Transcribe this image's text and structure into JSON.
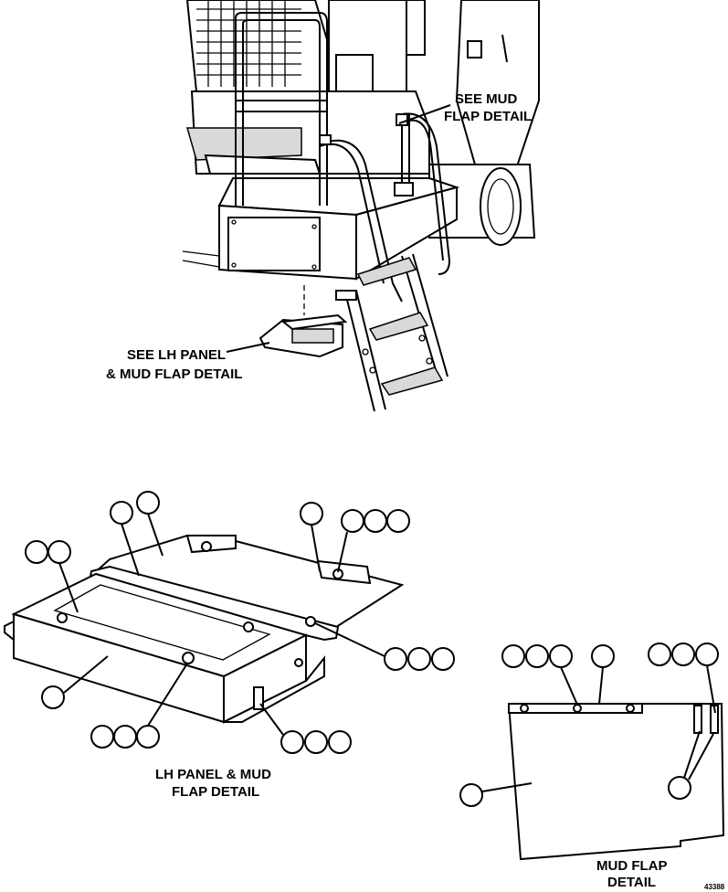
{
  "labels": {
    "see_mud_line1": "SEE MUD",
    "see_mud_line2": "FLAP DETAIL",
    "see_lh_line1": "SEE LH PANEL",
    "see_lh_line2": "& MUD FLAP DETAIL",
    "lh_detail_line1": "LH PANEL & MUD",
    "lh_detail_line2": "FLAP DETAIL",
    "mud_detail_line1": "MUD FLAP",
    "mud_detail_line2": "DETAIL",
    "drawing_number": "43388"
  },
  "callout_bubbles": {
    "lh_top_pair": 2,
    "lh_left_pair": 2,
    "lh_top_right_single": 1,
    "lh_top_right_triple": 3,
    "lh_right_triple": 3,
    "lh_left_single": 1,
    "lh_bottom_triple": 3,
    "lh_bottom_right_triple": 3,
    "mud_top_triple": 3,
    "mud_top_single": 1,
    "mud_top_right_triple": 3,
    "mud_left_single": 1,
    "mud_right_single": 1
  }
}
